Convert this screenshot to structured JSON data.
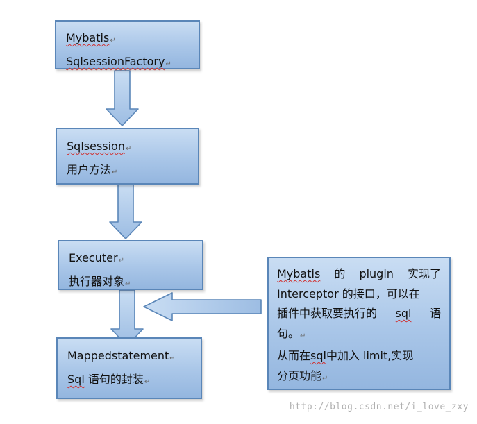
{
  "boxes": [
    {
      "line1": "Mybatis",
      "line2": "SqlsessionFactory"
    },
    {
      "line1": "Sqlsession",
      "line2": "用户方法"
    },
    {
      "line1": "Executer",
      "line2": "执行器对象"
    },
    {
      "line1": "Mappedstatement",
      "line2_a": "Sql",
      "line2_b": "语句的封装"
    }
  ],
  "note": {
    "l1_a": "Mybatis",
    "l1_b": "的",
    "l1_c": "plugin",
    "l1_d": "实现了",
    "l2_a": "Interceptor",
    "l2_b": "的接口，可以在",
    "l3_a": "插件中获取要执行的",
    "l3_b": "sql",
    "l3_c": "语",
    "l4": "句。",
    "l5_a": "从而在",
    "l5_b": "sql",
    "l5_c": "中加入 limit,实现",
    "l6": "分页功能"
  },
  "para_mark": "↵",
  "watermark": "http://blog.csdn.net/i_love_zxy",
  "colors": {
    "box_fill": "#a9c6e8",
    "box_border": "#5a86b8",
    "arrow_fill": "#b3cde9",
    "arrow_stroke": "#5a86b8"
  }
}
